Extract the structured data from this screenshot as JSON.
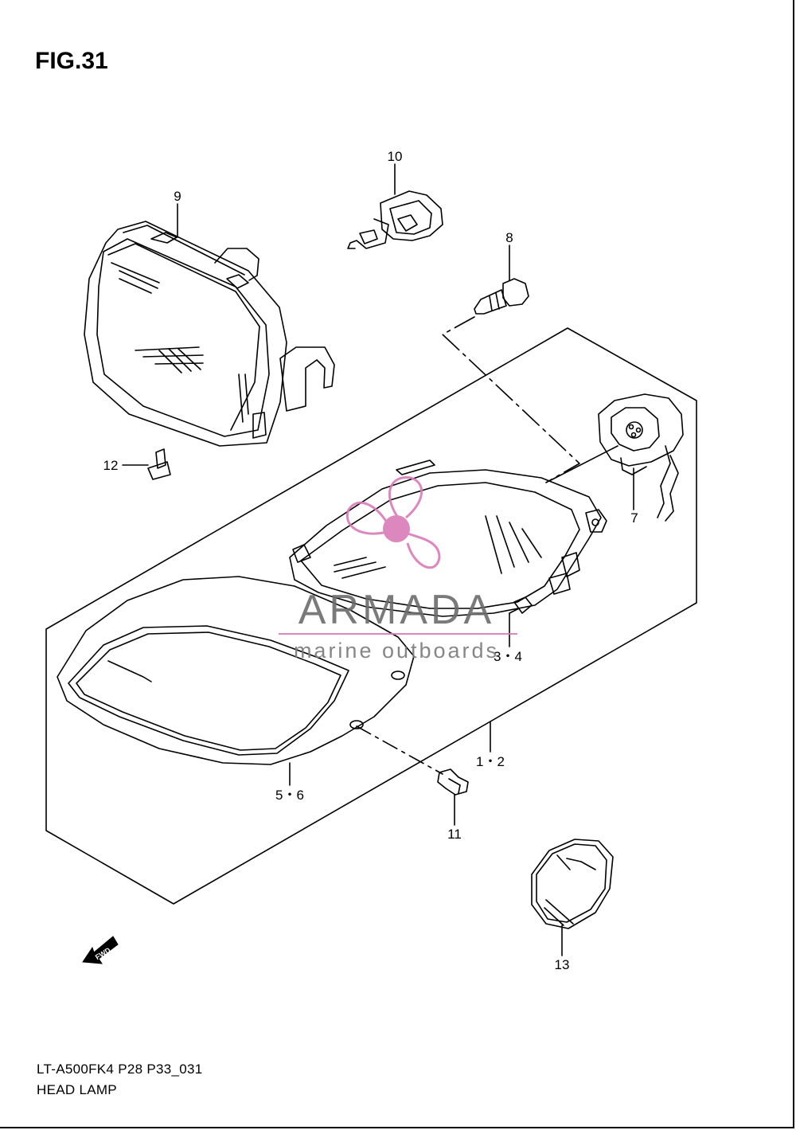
{
  "figure": {
    "title": "FIG.31"
  },
  "callouts": [
    {
      "id": "c10",
      "label": "10"
    },
    {
      "id": "c9",
      "label": "9"
    },
    {
      "id": "c8",
      "label": "8"
    },
    {
      "id": "c12",
      "label": "12"
    },
    {
      "id": "c7",
      "label": "7"
    },
    {
      "id": "c34",
      "label": "3・4"
    },
    {
      "id": "c12b",
      "label": "1・2"
    },
    {
      "id": "c56",
      "label": "5・6"
    },
    {
      "id": "c11",
      "label": "11"
    },
    {
      "id": "c13",
      "label": "13"
    }
  ],
  "fwd_arrow": {
    "label": "FWD"
  },
  "watermark": {
    "brand": "ARMADA",
    "tagline": "marine outboards",
    "accent_color": "#d97bb8"
  },
  "footer": {
    "code": "LT-A500FK4 P28 P33_031",
    "name": "HEAD LAMP"
  }
}
